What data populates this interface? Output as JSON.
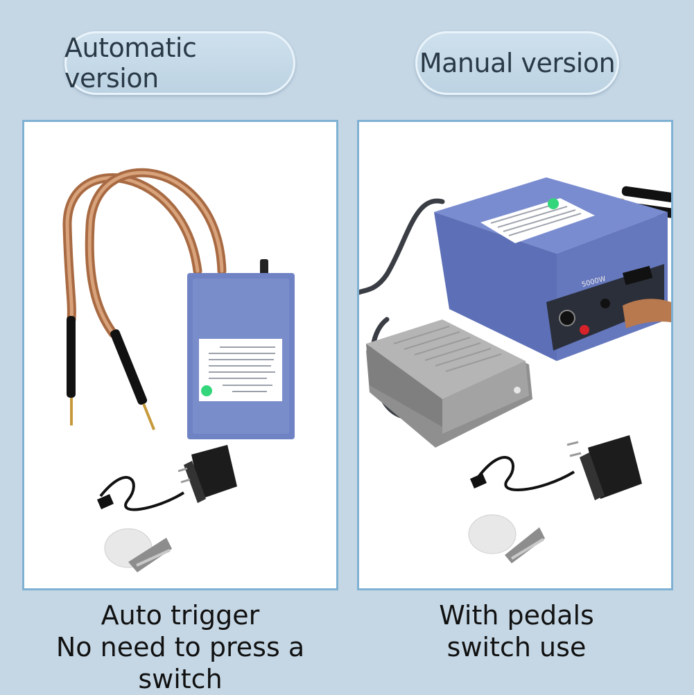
{
  "automatic": {
    "title": "Automatic version",
    "caption_line1": "Auto trigger",
    "caption_line2": "No need to press a switch"
  },
  "manual": {
    "title": "Manual version",
    "caption_line1": "With pedals",
    "caption_line2": "switch use",
    "device_label": "5000W"
  },
  "colors": {
    "background": "#c5d7e5",
    "panel_border": "#7fb1d3",
    "device_blue": "#6f82c4",
    "copper": "#b9794e",
    "pedal_gray": "#9b9b9b",
    "indicator_green": "#33d67a",
    "indicator_red": "#d8222a"
  }
}
